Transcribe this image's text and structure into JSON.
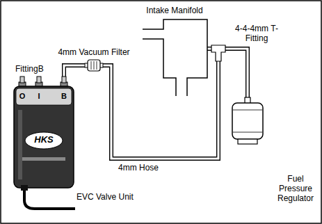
{
  "diagram": {
    "nodes": [
      {
        "text": [
          "EVC Valve Unit"
        ]
      },
      {
        "text": [
          "4mm Vacuum Filter"
        ]
      },
      {
        "text": [
          "Intake Manifold"
        ]
      },
      {
        "text": [
          "4-4-4mm T-Fitting"
        ]
      },
      {
        "text": [
          "Fuel Pressure Regulator"
        ]
      }
    ],
    "edges": [
      {
        "from": 0,
        "to": 1,
        "arrow": "none"
      },
      {
        "from": 1,
        "to": 3,
        "label": "4mm Hose",
        "arrow": "none"
      },
      {
        "from": 3,
        "to": 2,
        "arrow": "none"
      },
      {
        "from": 3,
        "to": 4,
        "arrow": "none"
      }
    ],
    "labels": [
      "FittingB",
      "O",
      "I",
      "B",
      "HKS"
    ]
  }
}
